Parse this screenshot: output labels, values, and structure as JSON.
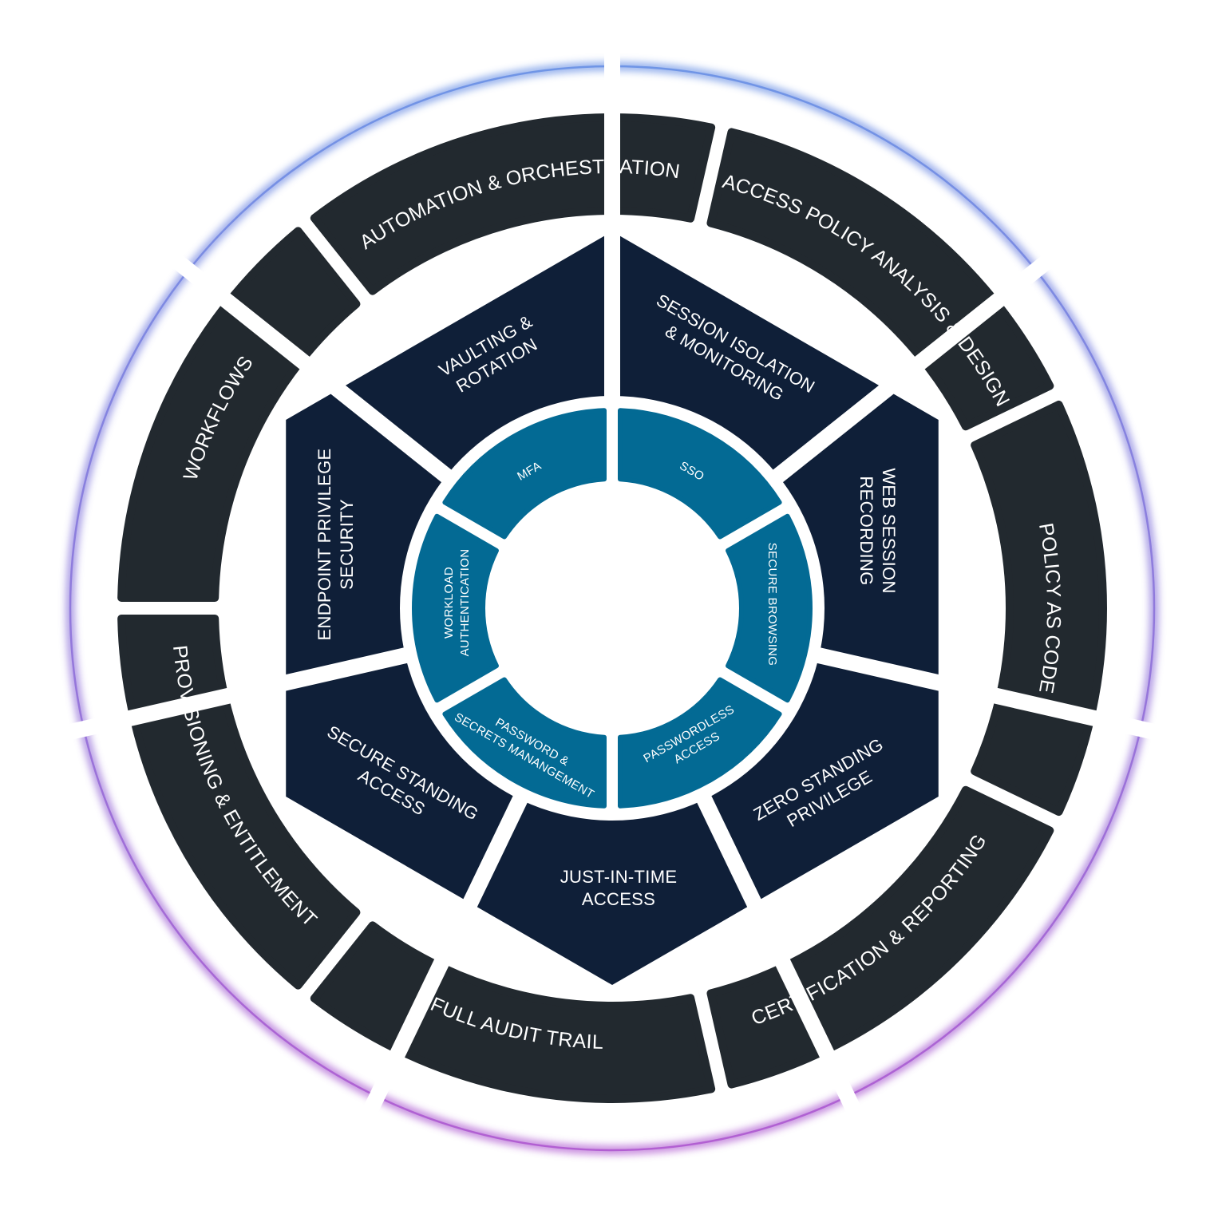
{
  "colors": {
    "outer_ring": "#22292f",
    "middle_ring": "#0f1f38",
    "inner_ring": "#036a94",
    "glow_top": "#6f95e6",
    "glow_bottom": "#b25fd2",
    "text": "#ffffff"
  },
  "outer_ring": [
    {
      "label": "WORKFLOWS"
    },
    {
      "label": "AUTOMATION & ORCHESTRATION"
    },
    {
      "label": "ACCESS POLICY ANALYSIS & DESIGN"
    },
    {
      "label": "POLICY AS CODE"
    },
    {
      "label": "CERTIFICATION & REPORTING"
    },
    {
      "label": "FULL AUDIT TRAIL"
    },
    {
      "label": "PROVISIONING & ENTITLEMENT"
    }
  ],
  "middle_ring": [
    {
      "lines": [
        "VAULTING &",
        "ROTATION"
      ]
    },
    {
      "lines": [
        "SESSION ISOLATION",
        "& MONITORING"
      ]
    },
    {
      "lines": [
        "WEB SESSION",
        "RECORDING"
      ]
    },
    {
      "lines": [
        "ZERO STANDING",
        "PRIVILEGE"
      ]
    },
    {
      "lines": [
        "JUST-IN-TIME",
        "ACCESS"
      ]
    },
    {
      "lines": [
        "SECURE STANDING",
        "ACCESS"
      ]
    },
    {
      "lines": [
        "ENDPOINT PRIVILEGE",
        "SECURITY"
      ]
    }
  ],
  "inner_ring": [
    {
      "lines": [
        "MFA"
      ]
    },
    {
      "lines": [
        "SSO"
      ]
    },
    {
      "lines": [
        "SECURE BROWSING"
      ]
    },
    {
      "lines": [
        "PASSWORDLESS",
        "ACCESS"
      ]
    },
    {
      "lines": [
        "PASSWORD &",
        "SECRETS MANANGEMENT"
      ]
    },
    {
      "lines": [
        "WORKLOAD",
        "AUTHENTICATION"
      ]
    }
  ]
}
